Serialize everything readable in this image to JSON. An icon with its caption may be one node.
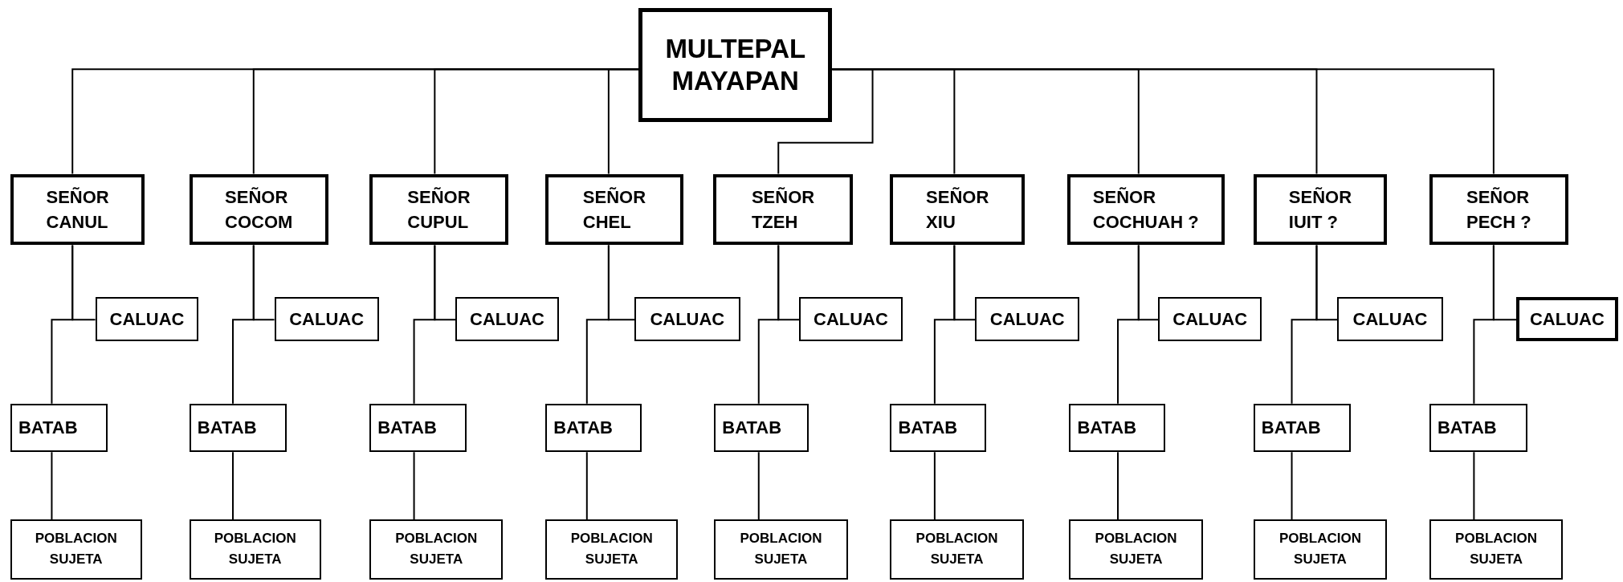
{
  "diagram": {
    "nodes": [
      {
        "text": [
          "MULTEPAL MAYAPAN"
        ]
      },
      {
        "text": [
          "SEÑOR CANUL"
        ]
      },
      {
        "text": [
          "SEÑOR COCOM"
        ]
      },
      {
        "text": [
          "SEÑOR CUPUL"
        ]
      },
      {
        "text": [
          "SEÑOR CHEL"
        ]
      },
      {
        "text": [
          "SEÑOR TZEH"
        ]
      },
      {
        "text": [
          "SEÑOR XIU"
        ]
      },
      {
        "text": [
          "SEÑOR COCHUAH ?"
        ]
      },
      {
        "text": [
          "SEÑOR IUIT ?"
        ]
      },
      {
        "text": [
          "SEÑOR PECH ?"
        ]
      },
      {
        "text": [
          "CALUAC"
        ]
      },
      {
        "text": [
          "CALUAC"
        ]
      },
      {
        "text": [
          "CALUAC"
        ]
      },
      {
        "text": [
          "CALUAC"
        ]
      },
      {
        "text": [
          "CALUAC"
        ]
      },
      {
        "text": [
          "CALUAC"
        ]
      },
      {
        "text": [
          "CALUAC"
        ]
      },
      {
        "text": [
          "CALUAC"
        ]
      },
      {
        "text": [
          "CALUAC"
        ]
      },
      {
        "text": [
          "BATAB"
        ]
      },
      {
        "text": [
          "BATAB"
        ]
      },
      {
        "text": [
          "BATAB"
        ]
      },
      {
        "text": [
          "BATAB"
        ]
      },
      {
        "text": [
          "BATAB"
        ]
      },
      {
        "text": [
          "BATAB"
        ]
      },
      {
        "text": [
          "BATAB"
        ]
      },
      {
        "text": [
          "BATAB"
        ]
      },
      {
        "text": [
          "BATAB"
        ]
      },
      {
        "text": [
          "POBLACION SUJETA"
        ]
      },
      {
        "text": [
          "POBLACION SUJETA"
        ]
      },
      {
        "text": [
          "POBLACION SUJETA"
        ]
      },
      {
        "text": [
          "POBLACION SUJETA"
        ]
      },
      {
        "text": [
          "POBLACION SUJETA"
        ]
      },
      {
        "text": [
          "POBLACION SUJETA"
        ]
      },
      {
        "text": [
          "POBLACION SUJETA"
        ]
      },
      {
        "text": [
          "POBLACION SUJETA"
        ]
      },
      {
        "text": [
          "POBLACION SUJETA"
        ]
      }
    ],
    "edges": [
      {
        "from": 0,
        "to": 1,
        "arrow": "none"
      },
      {
        "from": 0,
        "to": 2,
        "arrow": "none"
      },
      {
        "from": 0,
        "to": 3,
        "arrow": "none"
      },
      {
        "from": 0,
        "to": 4,
        "arrow": "none"
      },
      {
        "from": 0,
        "to": 5,
        "arrow": "none"
      },
      {
        "from": 0,
        "to": 6,
        "arrow": "none"
      },
      {
        "from": 0,
        "to": 7,
        "arrow": "none"
      },
      {
        "from": 0,
        "to": 8,
        "arrow": "none"
      },
      {
        "from": 0,
        "to": 9,
        "arrow": "none"
      },
      {
        "from": 1,
        "to": 10,
        "arrow": "none"
      },
      {
        "from": 2,
        "to": 11,
        "arrow": "none"
      },
      {
        "from": 3,
        "to": 12,
        "arrow": "none"
      },
      {
        "from": 4,
        "to": 13,
        "arrow": "none"
      },
      {
        "from": 5,
        "to": 14,
        "arrow": "none"
      },
      {
        "from": 6,
        "to": 15,
        "arrow": "none"
      },
      {
        "from": 7,
        "to": 16,
        "arrow": "none"
      },
      {
        "from": 8,
        "to": 17,
        "arrow": "none"
      },
      {
        "from": 9,
        "to": 18,
        "arrow": "none"
      },
      {
        "from": 1,
        "to": 19,
        "arrow": "none"
      },
      {
        "from": 2,
        "to": 20,
        "arrow": "none"
      },
      {
        "from": 3,
        "to": 21,
        "arrow": "none"
      },
      {
        "from": 4,
        "to": 22,
        "arrow": "none"
      },
      {
        "from": 5,
        "to": 23,
        "arrow": "none"
      },
      {
        "from": 6,
        "to": 24,
        "arrow": "none"
      },
      {
        "from": 7,
        "to": 25,
        "arrow": "none"
      },
      {
        "from": 8,
        "to": 26,
        "arrow": "none"
      },
      {
        "from": 9,
        "to": 27,
        "arrow": "none"
      },
      {
        "from": 19,
        "to": 28,
        "arrow": "none"
      },
      {
        "from": 20,
        "to": 29,
        "arrow": "none"
      },
      {
        "from": 21,
        "to": 30,
        "arrow": "none"
      },
      {
        "from": 22,
        "to": 31,
        "arrow": "none"
      },
      {
        "from": 23,
        "to": 32,
        "arrow": "none"
      },
      {
        "from": 24,
        "to": 33,
        "arrow": "none"
      },
      {
        "from": 25,
        "to": 34,
        "arrow": "none"
      },
      {
        "from": 26,
        "to": 35,
        "arrow": "none"
      },
      {
        "from": 27,
        "to": 36,
        "arrow": "none"
      }
    ]
  }
}
